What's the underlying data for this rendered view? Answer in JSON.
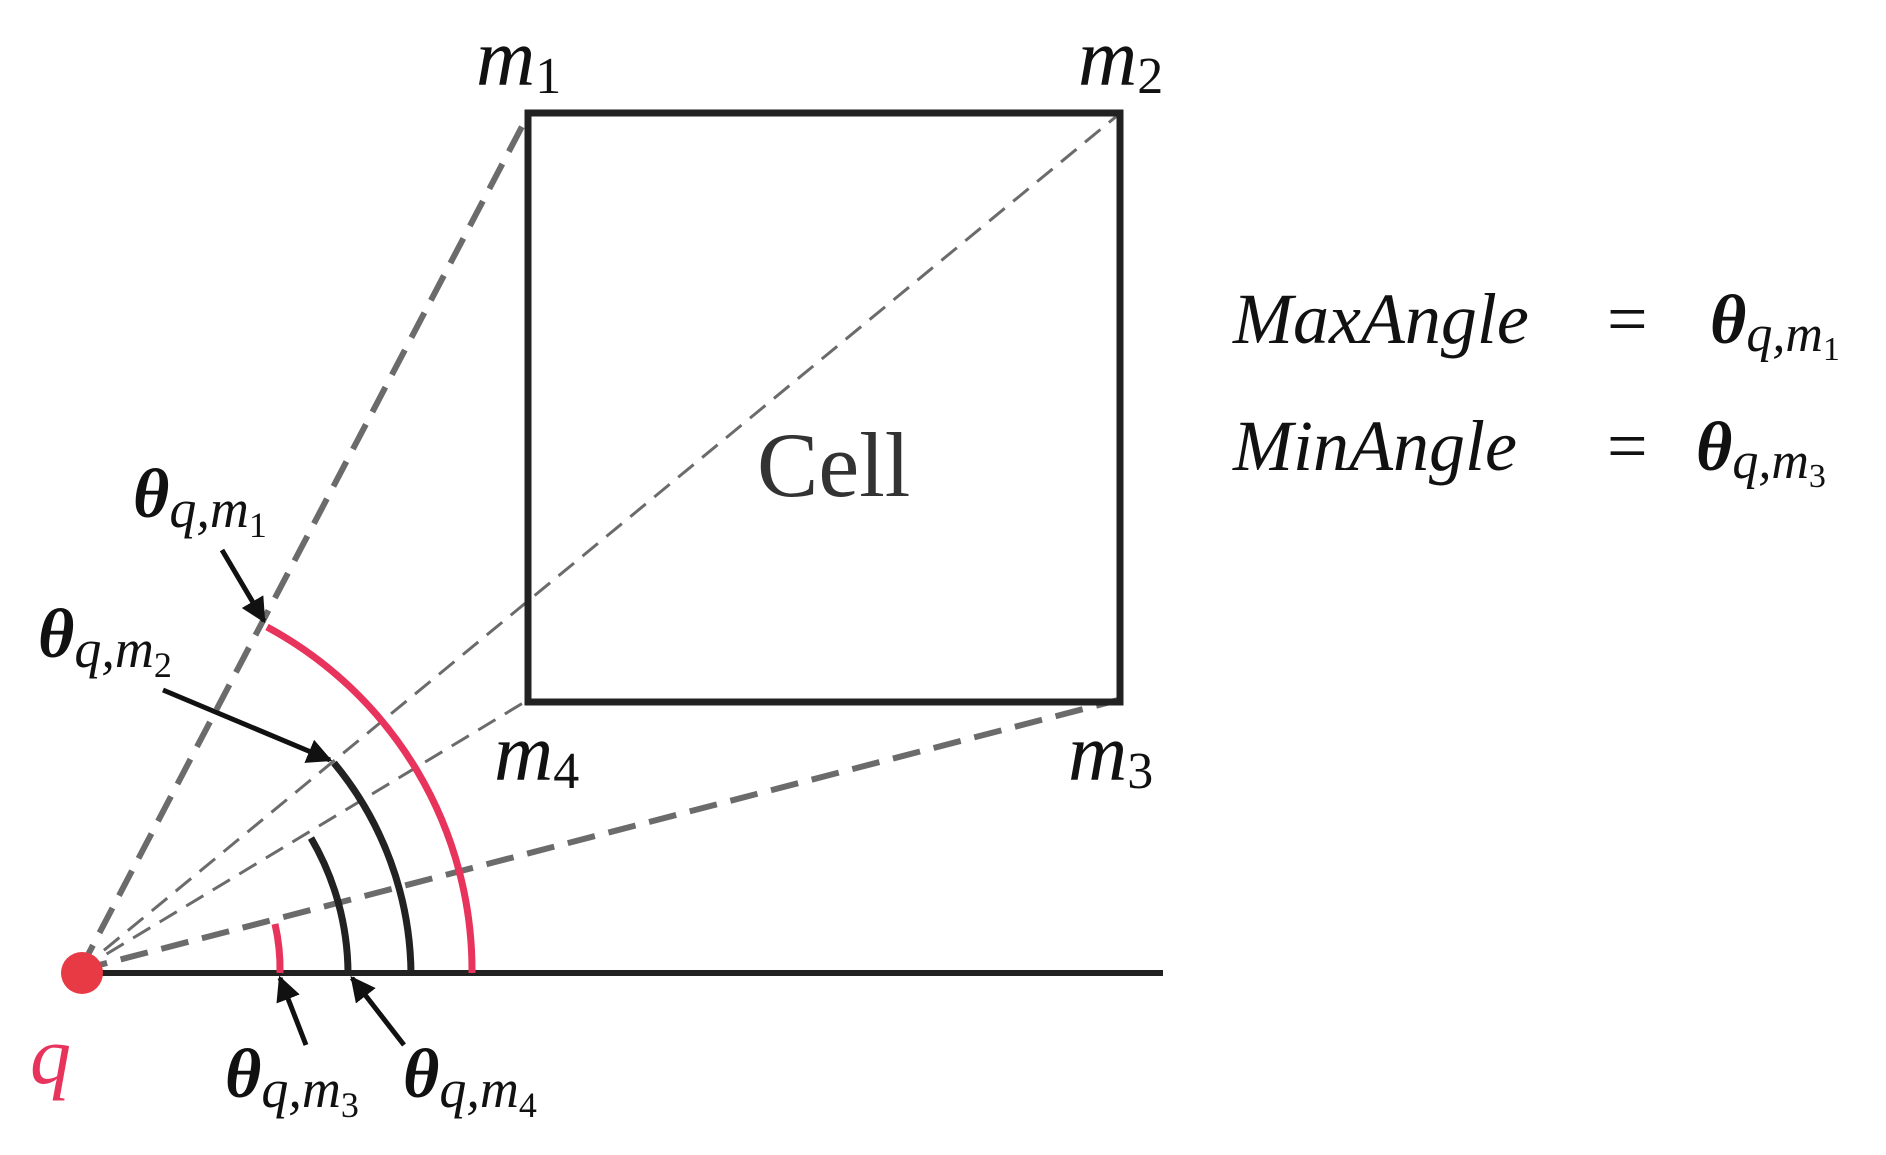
{
  "diagram": {
    "cell_label": "Cell",
    "point_label": "q",
    "corners": {
      "m1": {
        "base": "m",
        "sub": "1"
      },
      "m2": {
        "base": "m",
        "sub": "2"
      },
      "m3": {
        "base": "m",
        "sub": "3"
      },
      "m4": {
        "base": "m",
        "sub": "4"
      }
    },
    "angles": {
      "theta_m1": {
        "symbol": "θ",
        "sub_q": "q,",
        "sub_m": "m",
        "idx": "1"
      },
      "theta_m2": {
        "symbol": "θ",
        "sub_q": "q,",
        "sub_m": "m",
        "idx": "2"
      },
      "theta_m3": {
        "symbol": "θ",
        "sub_q": "q,",
        "sub_m": "m",
        "idx": "3"
      },
      "theta_m4": {
        "symbol": "θ",
        "sub_q": "q,",
        "sub_m": "m",
        "idx": "4"
      }
    },
    "equations": {
      "max": {
        "lhs": "MaxAngle",
        "eq": "=",
        "symbol": "θ",
        "sub_q": "q,",
        "sub_m": "m",
        "idx": "1"
      },
      "min": {
        "lhs": "MinAngle",
        "eq": "=",
        "symbol": "θ",
        "sub_q": "q,",
        "sub_m": "m",
        "idx": "3"
      }
    },
    "colors": {
      "accent": "#e8335c",
      "point": "#e83a45",
      "stroke": "#222222",
      "dashed": "#6b6b6b"
    }
  }
}
